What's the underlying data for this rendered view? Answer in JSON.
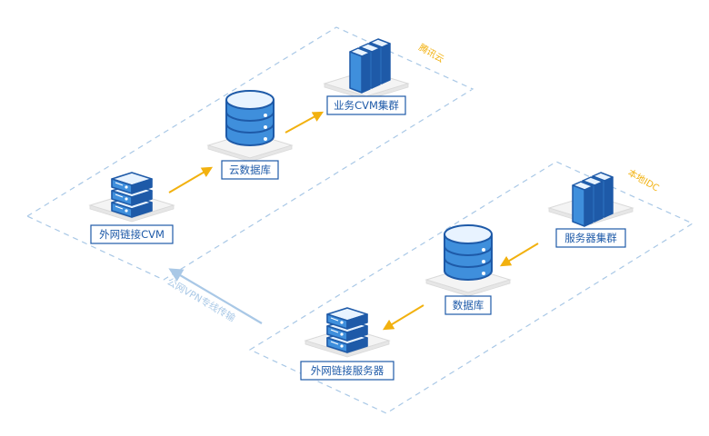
{
  "colors": {
    "outline": "#1e5aa8",
    "server_light": "#e8f3ff",
    "server_mid": "#3f8fdc",
    "server_dark": "#1e5aa8",
    "plate": "#f3f3f3",
    "region_border": "#a9c8e6",
    "flow_arrow": "#f2b10f",
    "vpn_arrow": "#a9c8e6"
  },
  "regions": {
    "cloud": {
      "label": "腾讯云"
    },
    "idc": {
      "label": "本地IDC"
    }
  },
  "nodes": {
    "external_cvm": {
      "label": "外网链接CVM",
      "icon": "server-stack-icon"
    },
    "cloud_db": {
      "label": "云数据库",
      "icon": "database-icon"
    },
    "biz_cluster": {
      "label": "业务CVM集群",
      "icon": "server-rack-icon"
    },
    "server_cluster": {
      "label": "服务器集群",
      "icon": "server-rack-icon"
    },
    "local_db": {
      "label": "数据库",
      "icon": "database-icon"
    },
    "external_server": {
      "label": "外网链接服务器",
      "icon": "server-stack-icon"
    }
  },
  "vpn": {
    "label": "公网VPN专线传输"
  }
}
